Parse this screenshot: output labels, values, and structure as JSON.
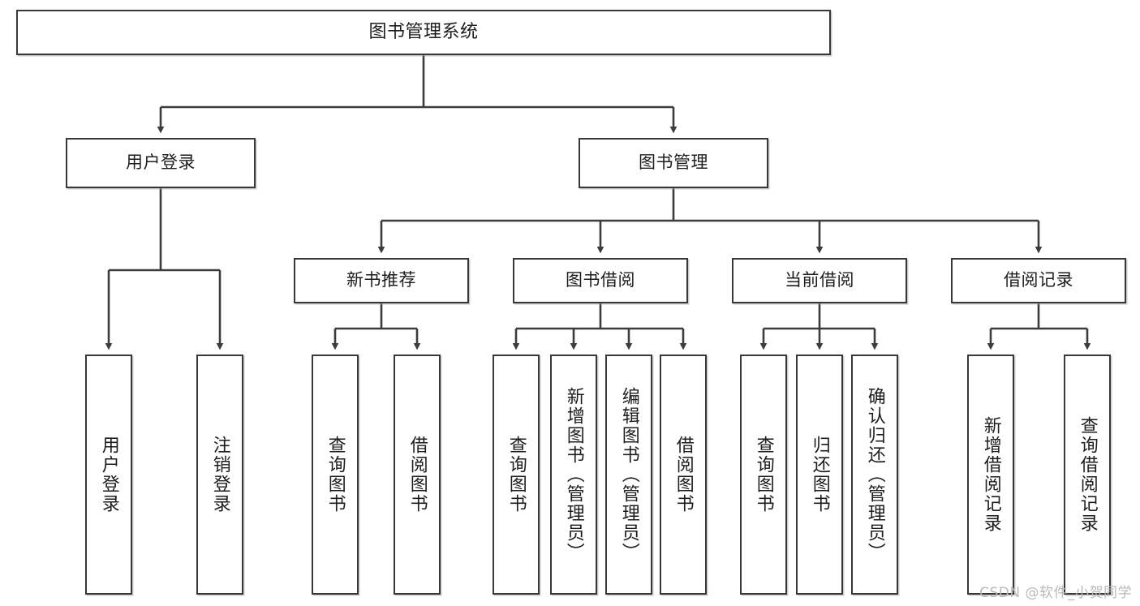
{
  "diagram": {
    "title": "图书管理系统",
    "type": "tree",
    "orientation": "top-down",
    "colors": {
      "node_border": "#36383a",
      "node_fill": "#ffffff",
      "edge": "#3a3c3e",
      "text": "#1d1d1d",
      "watermark": "#b9b9b9",
      "background": "#ffffff"
    },
    "watermark": "CSDN @软件_小贺同学",
    "nodes": {
      "root": {
        "label": "图书管理系统"
      },
      "level2": [
        {
          "id": "user-login",
          "label": "用户登录"
        },
        {
          "id": "book-management",
          "label": "图书管理"
        }
      ],
      "level3": [
        {
          "id": "new-book-recommend",
          "label": "新书推荐",
          "parent": "book-management"
        },
        {
          "id": "book-borrow",
          "label": "图书借阅",
          "parent": "book-management"
        },
        {
          "id": "current-borrow",
          "label": "当前借阅",
          "parent": "book-management"
        },
        {
          "id": "borrow-record",
          "label": "借阅记录",
          "parent": "book-management"
        }
      ],
      "leaves": [
        {
          "id": "leaf-user-login",
          "label": "用户登录",
          "parent": "user-login"
        },
        {
          "id": "leaf-user-logout",
          "label": "注销登录",
          "parent": "user-login"
        },
        {
          "id": "leaf-query-book-1",
          "label": "查询图书",
          "parent": "new-book-recommend"
        },
        {
          "id": "leaf-borrow-book-1",
          "label": "借阅图书",
          "parent": "new-book-recommend"
        },
        {
          "id": "leaf-query-book-2",
          "label": "查询图书",
          "parent": "book-borrow"
        },
        {
          "id": "leaf-add-book",
          "label": "新增图书（管理员）",
          "parent": "book-borrow"
        },
        {
          "id": "leaf-edit-book",
          "label": "编辑图书（管理员）",
          "parent": "book-borrow"
        },
        {
          "id": "leaf-borrow-book-2",
          "label": "借阅图书",
          "parent": "book-borrow"
        },
        {
          "id": "leaf-query-book-3",
          "label": "查询图书",
          "parent": "current-borrow"
        },
        {
          "id": "leaf-return-book",
          "label": "归还图书",
          "parent": "current-borrow"
        },
        {
          "id": "leaf-confirm-return",
          "label": "确认归还（管理员）",
          "parent": "current-borrow"
        },
        {
          "id": "leaf-add-record",
          "label": "新增借阅记录",
          "parent": "borrow-record"
        },
        {
          "id": "leaf-query-record",
          "label": "查询借阅记录",
          "parent": "borrow-record"
        }
      ]
    }
  }
}
